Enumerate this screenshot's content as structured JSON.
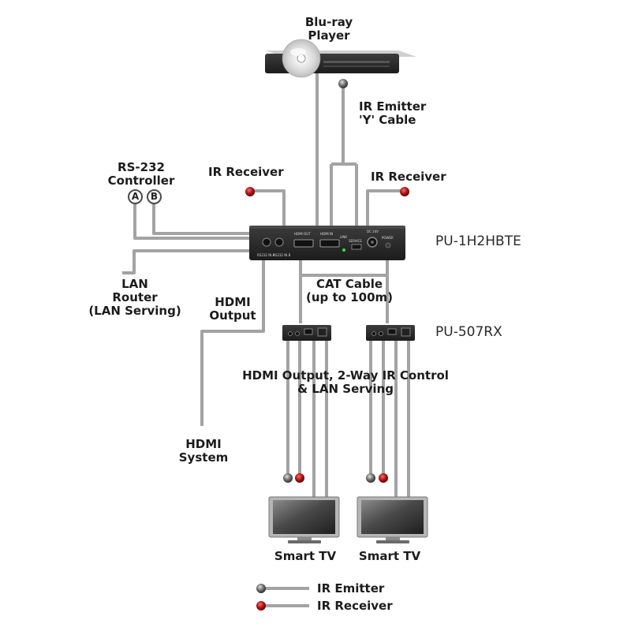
{
  "devices": {
    "bluray": "Blu-ray\nPlayer",
    "transmitter_model": "PU-1H2HBTE",
    "receiver_model": "PU-507RX",
    "tv_left": "Smart TV",
    "tv_right": "Smart TV"
  },
  "labels": {
    "ir_emitter_cable": "IR Emitter\n'Y' Cable",
    "ir_receiver_left": "IR Receiver",
    "ir_receiver_right": "IR Receiver",
    "rs232": "RS-232\nController",
    "rs232_port_a": "A",
    "rs232_port_b": "B",
    "lan_router": "LAN\nRouter\n(LAN Serving)",
    "hdmi_output": "HDMI\nOutput",
    "cat_cable": "CAT Cable\n(up to 100m)",
    "receiver_functions": "HDMI Output, 2-Way IR Control\n& LAN Serving",
    "hdmi_system": "HDMI\nSystem"
  },
  "panel_labels": {
    "hdmi_out": "HDMI OUT",
    "hdmi_in": "HDMI IN",
    "link": "LINK",
    "service": "SERVICE",
    "dc": "DC 24V",
    "power": "POWER",
    "rs232_a": "RS232 IN A",
    "rs232_b": "RS232 IN B"
  },
  "legend": {
    "emitter": "IR Emitter",
    "receiver": "IR Receiver"
  },
  "colors": {
    "cable": "#9a9a9a",
    "device": "#2e2e2e",
    "ir_emitter_dot": "#6f6f6f",
    "ir_receiver_dot": "#b01414",
    "text": "#1c1c1c"
  }
}
